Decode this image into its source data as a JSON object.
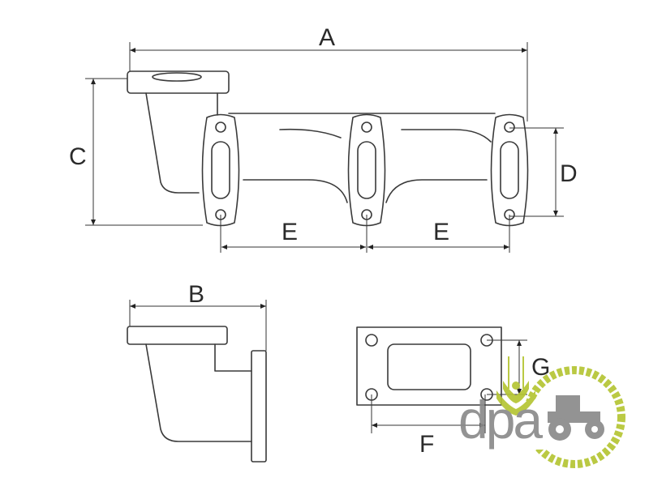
{
  "diagram": {
    "labels": {
      "A": "A",
      "B": "B",
      "C": "C",
      "D": "D",
      "E1": "E",
      "E2": "E",
      "F": "F",
      "G": "G"
    }
  },
  "logo": {
    "text": "dpa",
    "green": "#b5c534",
    "gray": "#8a8a8a"
  }
}
